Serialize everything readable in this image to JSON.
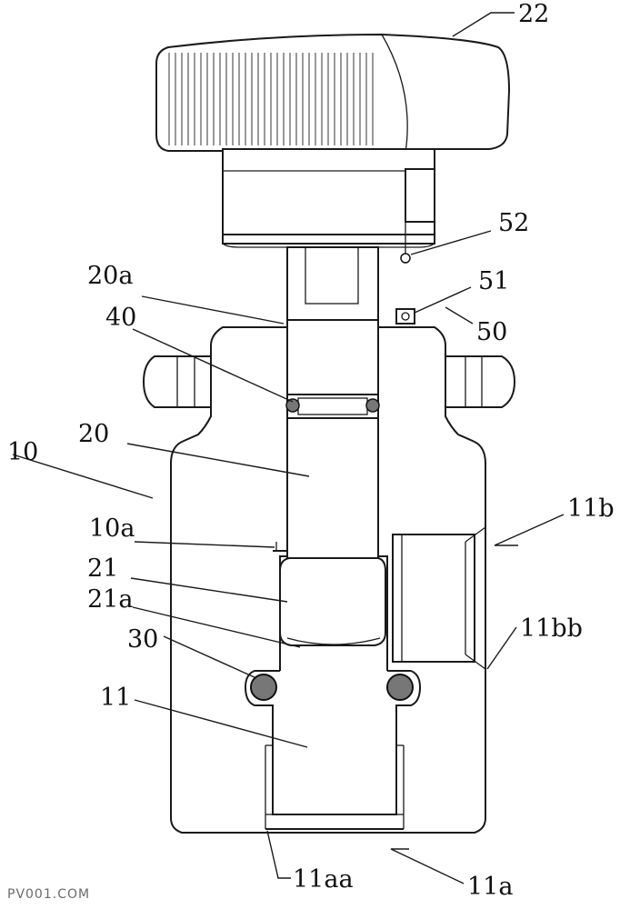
{
  "labels": {
    "l22": "22",
    "l52": "52",
    "l51": "51",
    "l50": "50",
    "l20a": "20a",
    "l40": "40",
    "l20": "20",
    "l10": "10",
    "l10a": "10a",
    "l11b": "11b",
    "l21": "21",
    "l21a": "21a",
    "l11bb": "11bb",
    "l30": "30",
    "l11": "11",
    "l11aa": "11aa",
    "l11a": "11a"
  },
  "watermark": "PV001.COM"
}
